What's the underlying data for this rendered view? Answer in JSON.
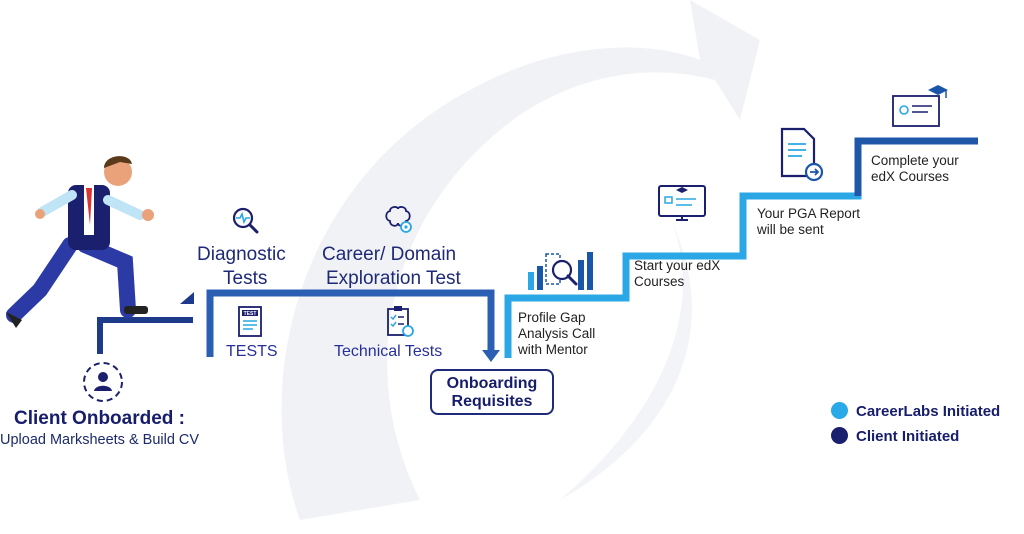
{
  "colors": {
    "navy": "#1a2a7a",
    "medium_blue": "#2b5fb4",
    "light_blue": "#2aa7e4",
    "careerlabs": "#29a9e8",
    "client": "#1a1f6e"
  },
  "client": {
    "title": "Client Onboarded :",
    "subtitle": "Upload Marksheets & Build CV",
    "icon": "user-target-icon"
  },
  "stage1": {
    "diagnostic_line1": "Diagnostic",
    "diagnostic_line2": "Tests",
    "diagnostic_icon": "magnifier-pulse-icon",
    "career_line1": "Career/ Domain",
    "career_line2": "Exploration Test",
    "career_icon": "brain-gear-icon",
    "tests_label": "TESTS",
    "tests_icon": "test-sheet-icon",
    "technical_label": "Technical Tests",
    "technical_icon": "checklist-gear-icon"
  },
  "onboarding": {
    "line1": "Onboarding",
    "line2": "Requisites"
  },
  "steps": [
    {
      "lines": [
        "Profile Gap",
        "Analysis Call",
        "with Mentor"
      ],
      "icon": "bar-chart-magnifier-icon"
    },
    {
      "lines": [
        "Start your edX",
        "Courses"
      ],
      "icon": "monitor-course-icon"
    },
    {
      "lines": [
        "Your PGA Report",
        "will be sent"
      ],
      "icon": "document-arrow-icon"
    },
    {
      "lines": [
        "Complete your",
        "edX Courses"
      ],
      "icon": "certificate-cap-icon"
    }
  ],
  "legend": [
    {
      "label": "CareerLabs Initiated",
      "color": "#29a9e8"
    },
    {
      "label": "Client Initiated",
      "color": "#1a1f6e"
    }
  ]
}
